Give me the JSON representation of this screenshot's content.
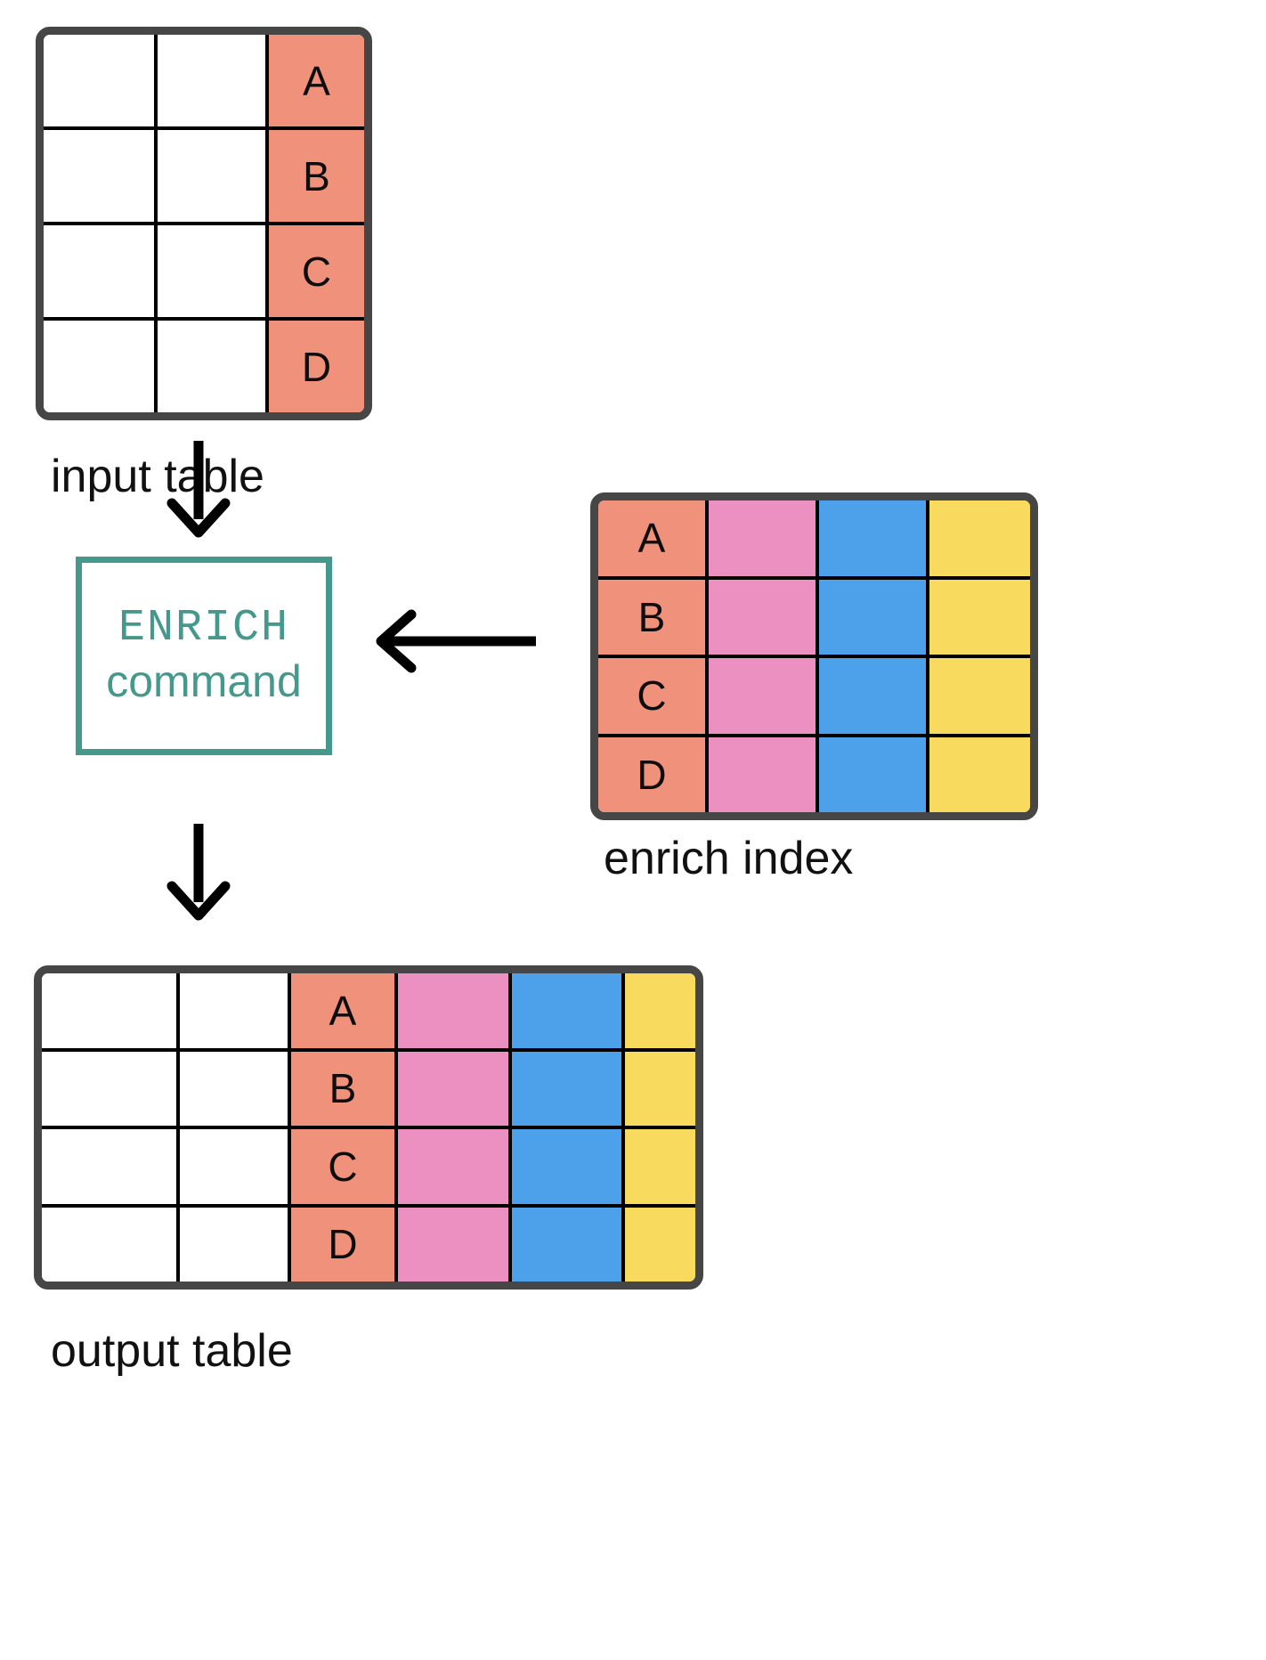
{
  "diagram": {
    "title": "ENRICH command data flow",
    "palette": {
      "border": "#464646",
      "gridline": "#000000",
      "salmon": "#F0917C",
      "pink": "#EC90C2",
      "blue": "#4DA1EA",
      "yellow": "#F7DA5E",
      "teal": "#45998C",
      "white": "#FFFFFF",
      "arrow": "#000000"
    },
    "input_table": {
      "caption": "input table",
      "columns": [
        {
          "name": "col-blank-1",
          "color": "#FFFFFF"
        },
        {
          "name": "col-blank-2",
          "color": "#FFFFFF"
        },
        {
          "name": "col-key",
          "color": "#F0917C"
        }
      ],
      "rows": [
        {
          "cells": [
            "",
            "",
            "A"
          ]
        },
        {
          "cells": [
            "",
            "",
            "B"
          ]
        },
        {
          "cells": [
            "",
            "",
            "C"
          ]
        },
        {
          "cells": [
            "",
            "",
            "D"
          ]
        }
      ]
    },
    "command": {
      "line1": "ENRICH",
      "line2": "command"
    },
    "enrich_index": {
      "caption": "enrich index",
      "columns": [
        {
          "name": "col-key",
          "color": "#F0917C"
        },
        {
          "name": "col-pink",
          "color": "#EC90C2"
        },
        {
          "name": "col-blue",
          "color": "#4DA1EA"
        },
        {
          "name": "col-yellow",
          "color": "#F7DA5E"
        }
      ],
      "rows": [
        {
          "cells": [
            "A",
            "",
            "",
            ""
          ]
        },
        {
          "cells": [
            "B",
            "",
            "",
            ""
          ]
        },
        {
          "cells": [
            "C",
            "",
            "",
            ""
          ]
        },
        {
          "cells": [
            "D",
            "",
            "",
            ""
          ]
        }
      ]
    },
    "output_table": {
      "caption": "output table",
      "columns": [
        {
          "name": "col-blank-1",
          "color": "#FFFFFF"
        },
        {
          "name": "col-blank-2",
          "color": "#FFFFFF"
        },
        {
          "name": "col-key",
          "color": "#F0917C"
        },
        {
          "name": "col-pink",
          "color": "#EC90C2"
        },
        {
          "name": "col-blue",
          "color": "#4DA1EA"
        },
        {
          "name": "col-yellow",
          "color": "#F7DA5E"
        }
      ],
      "rows": [
        {
          "cells": [
            "",
            "",
            "A",
            "",
            "",
            ""
          ]
        },
        {
          "cells": [
            "",
            "",
            "B",
            "",
            "",
            ""
          ]
        },
        {
          "cells": [
            "",
            "",
            "C",
            "",
            "",
            ""
          ]
        },
        {
          "cells": [
            "",
            "",
            "D",
            "",
            "",
            ""
          ]
        }
      ]
    },
    "arrows": [
      {
        "name": "arrow-input-to-command",
        "direction": "down"
      },
      {
        "name": "arrow-index-to-command",
        "direction": "left"
      },
      {
        "name": "arrow-command-to-output",
        "direction": "down"
      }
    ]
  }
}
